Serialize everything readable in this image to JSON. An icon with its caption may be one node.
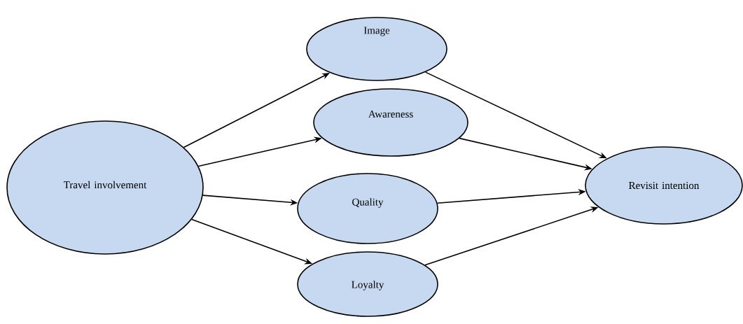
{
  "diagram": {
    "nodes": [
      {
        "text": [
          "Travel involvement"
        ]
      },
      {
        "text": [
          "Image"
        ]
      },
      {
        "text": [
          "Awareness"
        ]
      },
      {
        "text": [
          "Quality"
        ]
      },
      {
        "text": [
          "Loyalty"
        ]
      },
      {
        "text": [
          "Revisit intention"
        ]
      }
    ],
    "edges": [
      {
        "from": 0,
        "to": 1,
        "arrow": "to"
      },
      {
        "from": 0,
        "to": 2,
        "arrow": "to"
      },
      {
        "from": 0,
        "to": 3,
        "arrow": "to"
      },
      {
        "from": 0,
        "to": 4,
        "arrow": "to"
      },
      {
        "from": 1,
        "to": 5,
        "arrow": "to"
      },
      {
        "from": 2,
        "to": 5,
        "arrow": "to"
      },
      {
        "from": 3,
        "to": 5,
        "arrow": "to"
      },
      {
        "from": 4,
        "to": 5,
        "arrow": "to"
      }
    ]
  }
}
